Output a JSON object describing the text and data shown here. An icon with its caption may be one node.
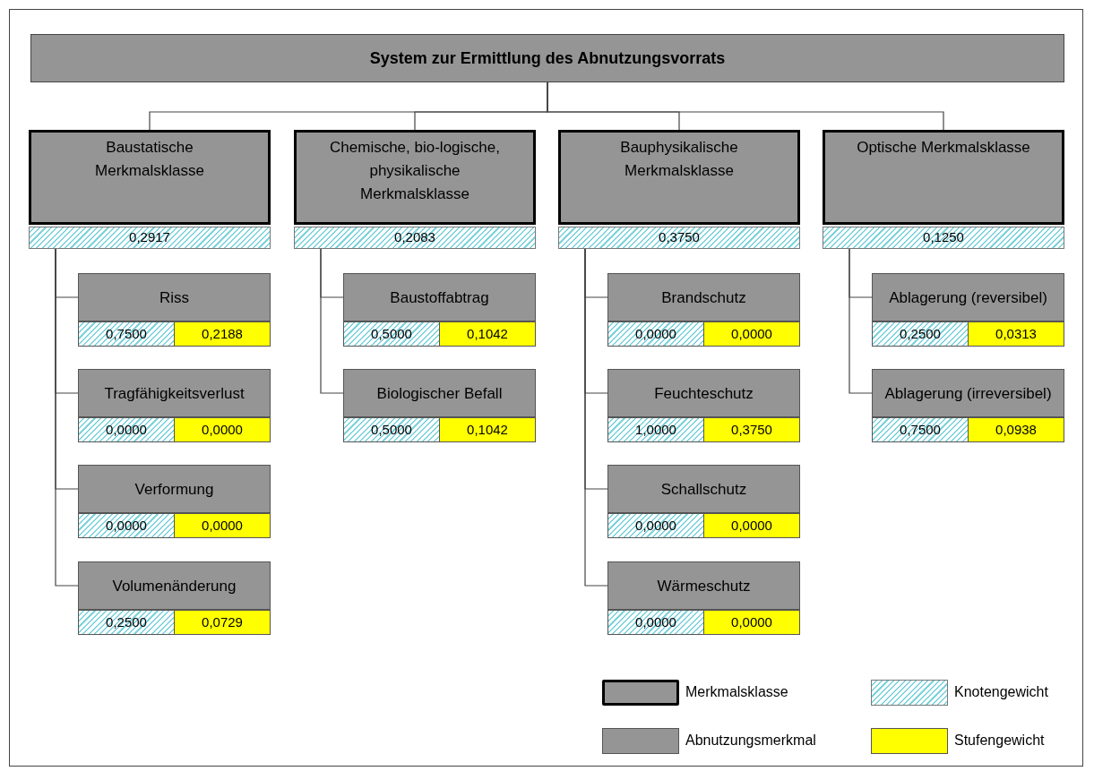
{
  "diagram": {
    "nodes": [
      {
        "text": [
          "System zur Ermittlung des Abnutzungsvorrats"
        ]
      },
      {
        "text": [
          "Baustatische Merkmalsklasse",
          "0,2917"
        ]
      },
      {
        "text": [
          "Chemische, bio-logische, physikalische Merkmalsklasse",
          "0,2083"
        ]
      },
      {
        "text": [
          "Bauphysikalische Merkmalsklasse",
          "0,3750"
        ]
      },
      {
        "text": [
          "Optische Merkmalsklasse",
          "0,1250"
        ]
      },
      {
        "text": [
          "Riss",
          "0,7500",
          "0,2188"
        ]
      },
      {
        "text": [
          "Tragfähigkeitsverlust",
          "0,0000",
          "0,0000"
        ]
      },
      {
        "text": [
          "Verformung",
          "0,0000",
          "0,0000"
        ]
      },
      {
        "text": [
          "Volumenänderung",
          "0,2500",
          "0,0729"
        ]
      },
      {
        "text": [
          "Baustoffabtrag",
          "0,5000",
          "0,1042"
        ]
      },
      {
        "text": [
          "Biologischer Befall",
          "0,5000",
          "0,1042"
        ]
      },
      {
        "text": [
          "Brandschutz",
          "0,0000",
          "0,0000"
        ]
      },
      {
        "text": [
          "Feuchteschutz",
          "1,0000",
          "0,3750"
        ]
      },
      {
        "text": [
          "Schallschutz",
          "0,0000",
          "0,0000"
        ]
      },
      {
        "text": [
          "Wärmeschutz",
          "0,0000",
          "0,0000"
        ]
      },
      {
        "text": [
          "Ablagerung (reversibel)",
          "0,2500",
          "0,0313"
        ]
      },
      {
        "text": [
          "Ablagerung (irreversibel)",
          "0,7500",
          "0,0938"
        ]
      }
    ],
    "edges": [
      {
        "from": 0,
        "to": 1,
        "arrow": "none"
      },
      {
        "from": 0,
        "to": 2,
        "arrow": "none"
      },
      {
        "from": 0,
        "to": 3,
        "arrow": "none"
      },
      {
        "from": 0,
        "to": 4,
        "arrow": "none"
      },
      {
        "from": 1,
        "to": 5,
        "arrow": "none"
      },
      {
        "from": 1,
        "to": 6,
        "arrow": "none"
      },
      {
        "from": 1,
        "to": 7,
        "arrow": "none"
      },
      {
        "from": 1,
        "to": 8,
        "arrow": "none"
      },
      {
        "from": 2,
        "to": 9,
        "arrow": "none"
      },
      {
        "from": 2,
        "to": 10,
        "arrow": "none"
      },
      {
        "from": 3,
        "to": 11,
        "arrow": "none"
      },
      {
        "from": 3,
        "to": 12,
        "arrow": "none"
      },
      {
        "from": 3,
        "to": 13,
        "arrow": "none"
      },
      {
        "from": 3,
        "to": 14,
        "arrow": "none"
      },
      {
        "from": 4,
        "to": 15,
        "arrow": "none"
      },
      {
        "from": 4,
        "to": 16,
        "arrow": "none"
      }
    ],
    "legend": [
      {
        "text": "Merkmalsklasse"
      },
      {
        "text": "Knotengewicht"
      },
      {
        "text": "Abnutzungsmerkmal",
        "color": "#959595"
      },
      {
        "text": "Stufengewicht",
        "color": "#ffff00"
      }
    ]
  }
}
